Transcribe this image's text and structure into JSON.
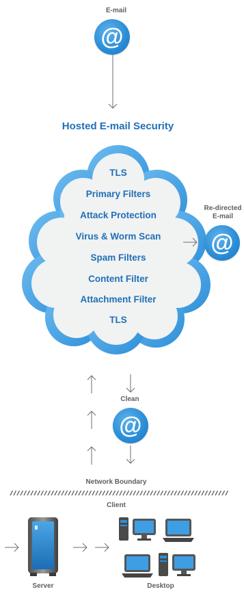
{
  "email_top": {
    "label": "E-mail",
    "icon": "at-icon",
    "symbol": "@"
  },
  "title": "Hosted E-mail Security",
  "cloud": {
    "items": [
      "TLS",
      "Primary Filters",
      "Attack Protection",
      "Virus & Worm Scan",
      "Spam Filters",
      "Content Filter",
      "Attachment Filter",
      "TLS"
    ]
  },
  "redirected": {
    "line1": "Re-directed",
    "line2": "E-mail",
    "icon": "at-icon",
    "symbol": "@"
  },
  "clean": {
    "label": "Clean",
    "icon": "at-icon",
    "symbol": "@"
  },
  "network_boundary": "Network Boundary",
  "client": "Client",
  "server": "Server",
  "desktop": "Desktop",
  "colors": {
    "accent": "#1f6fb8",
    "cloud_fill": "#f1f2f2",
    "cloud_edge": "#4aa3e2",
    "text_gray": "#5f5f5f"
  }
}
